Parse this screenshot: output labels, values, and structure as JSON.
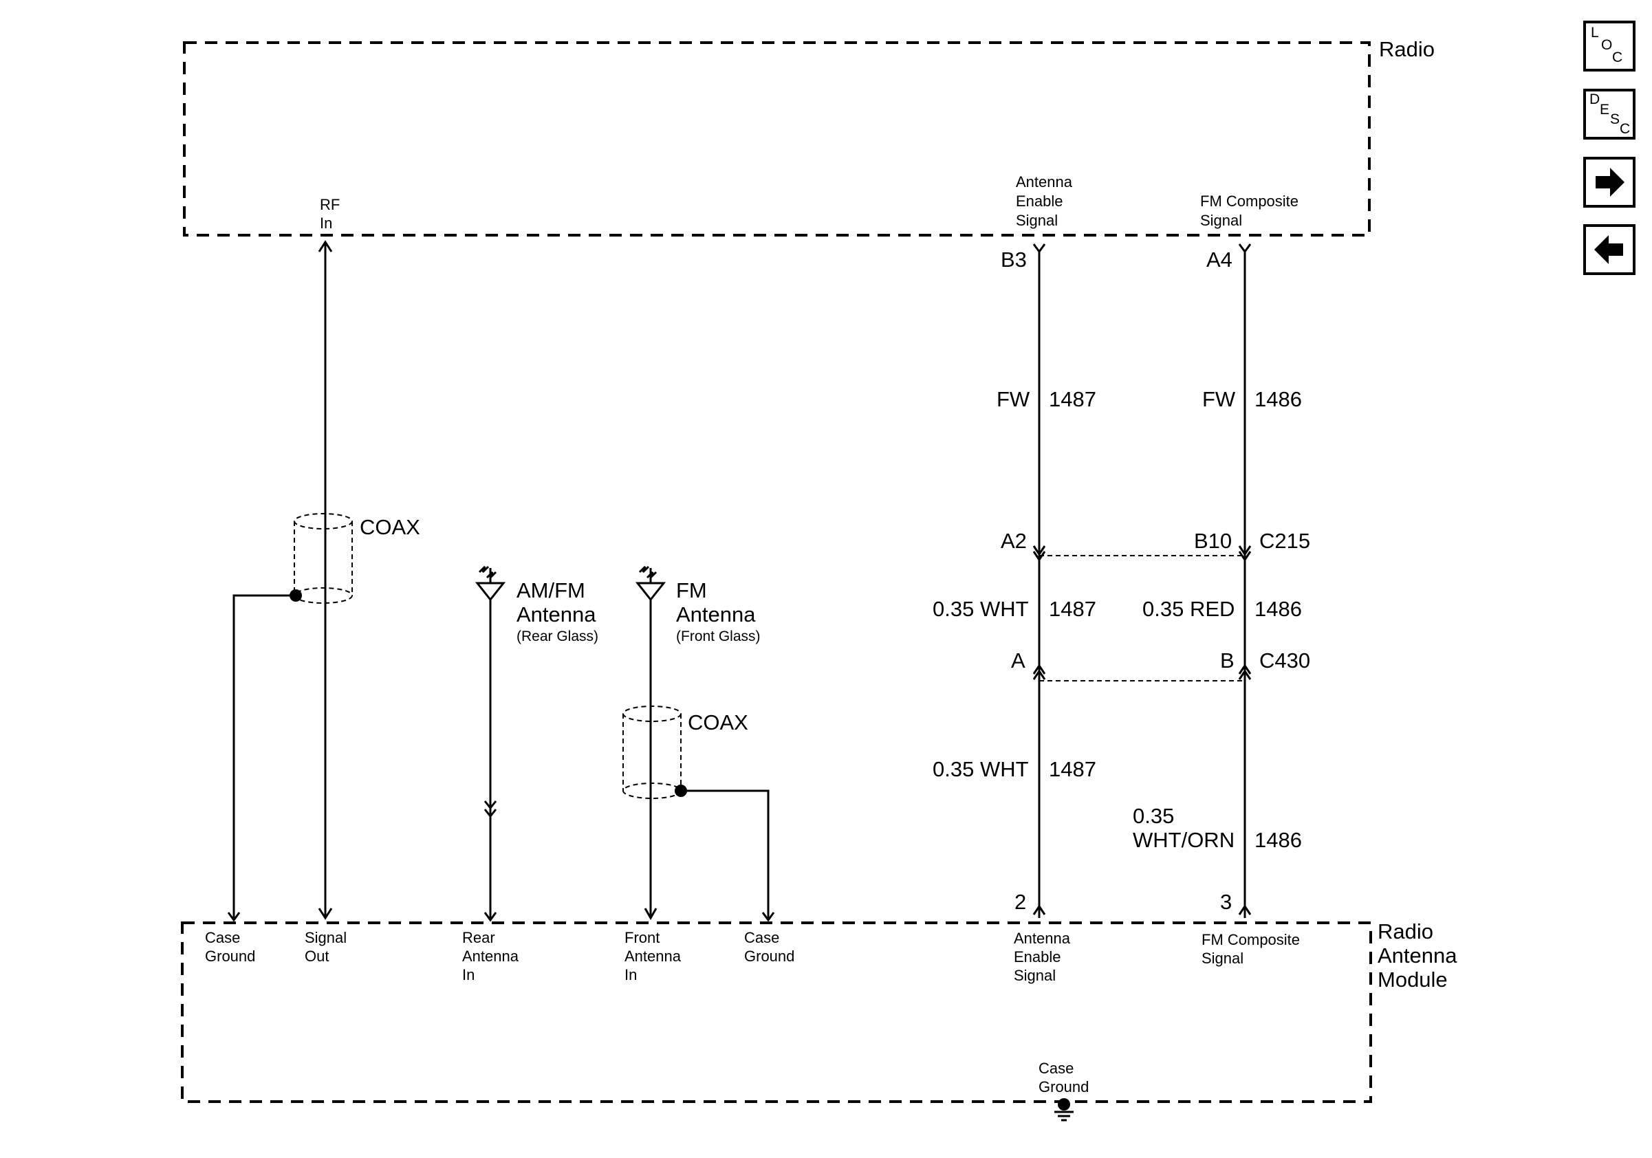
{
  "radio": {
    "title": "Radio",
    "rf_in": [
      "RF",
      "In"
    ],
    "antenna_enable_signal": [
      "Antenna",
      "Enable",
      "Signal"
    ],
    "fm_composite_signal": [
      "FM Composite",
      "Signal"
    ]
  },
  "module": {
    "title": [
      "Radio",
      "Antenna",
      "Module"
    ],
    "case_ground_left": [
      "Case",
      "Ground"
    ],
    "signal_out": [
      "Signal",
      "Out"
    ],
    "rear_antenna_in": [
      "Rear",
      "Antenna",
      "In"
    ],
    "front_antenna_in": [
      "Front",
      "Antenna",
      "In"
    ],
    "case_ground_mid": [
      "Case",
      "Ground"
    ],
    "antenna_enable_signal": [
      "Antenna",
      "Enable",
      "Signal"
    ],
    "fm_composite_signal": [
      "FM Composite",
      "Signal"
    ],
    "case_ground_bottom": [
      "Case",
      "Ground"
    ]
  },
  "coax_label": "COAX",
  "antennas": {
    "rear": {
      "name": [
        "AM/FM",
        "Antenna"
      ],
      "location": "(Rear Glass)"
    },
    "front": {
      "name": [
        "FM",
        "Antenna"
      ],
      "location": "(Front Glass)"
    }
  },
  "circuits": {
    "enable": {
      "radio_pin": "B3",
      "harness_top": "FW",
      "circuit": "1487",
      "c215_pin": "A2",
      "mid_wire": "0.35 WHT",
      "c430_pin": "A",
      "low_wire": "0.35 WHT",
      "module_pin": "2"
    },
    "composite": {
      "radio_pin": "A4",
      "harness_top": "FW",
      "circuit": "1486",
      "c215_pin": "B10",
      "mid_wire": "0.35 RED",
      "c430_pin": "B",
      "low_wire": [
        "0.35",
        "WHT/ORN"
      ],
      "module_pin": "3"
    }
  },
  "connectors": {
    "c215": "C215",
    "c430": "C430"
  },
  "nav": {
    "loc": [
      "L",
      "O",
      "C"
    ],
    "desc": [
      "D",
      "E",
      "S",
      "C"
    ],
    "forward_icon": "arrow-right-icon",
    "back_icon": "arrow-left-icon"
  }
}
